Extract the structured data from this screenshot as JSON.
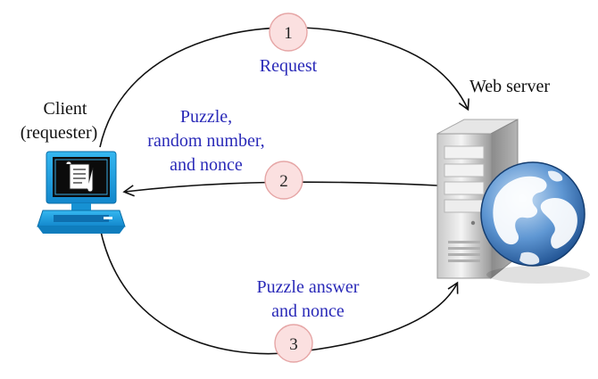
{
  "diagram": {
    "actors": {
      "client": {
        "line1": "Client",
        "line2": "(requester)",
        "icon": "computer-icon"
      },
      "server": {
        "label": "Web server",
        "icon": "server-icon"
      },
      "globe_icon": "globe-icon"
    },
    "steps": [
      {
        "number": "1",
        "lines": [
          "Request"
        ]
      },
      {
        "number": "2",
        "lines": [
          "Puzzle,",
          "random number,",
          "and nonce"
        ]
      },
      {
        "number": "3",
        "lines": [
          "Puzzle answer",
          "and nonce"
        ]
      }
    ],
    "colors": {
      "label_blue": "#2a2ab8",
      "step_circle_fill": "#fbe0e0",
      "step_circle_stroke": "#e6a6a6",
      "monitor_blue": "#1aa3e6",
      "server_gray": "#d9d9d9",
      "globe_blue": "#2d6fb8"
    }
  }
}
